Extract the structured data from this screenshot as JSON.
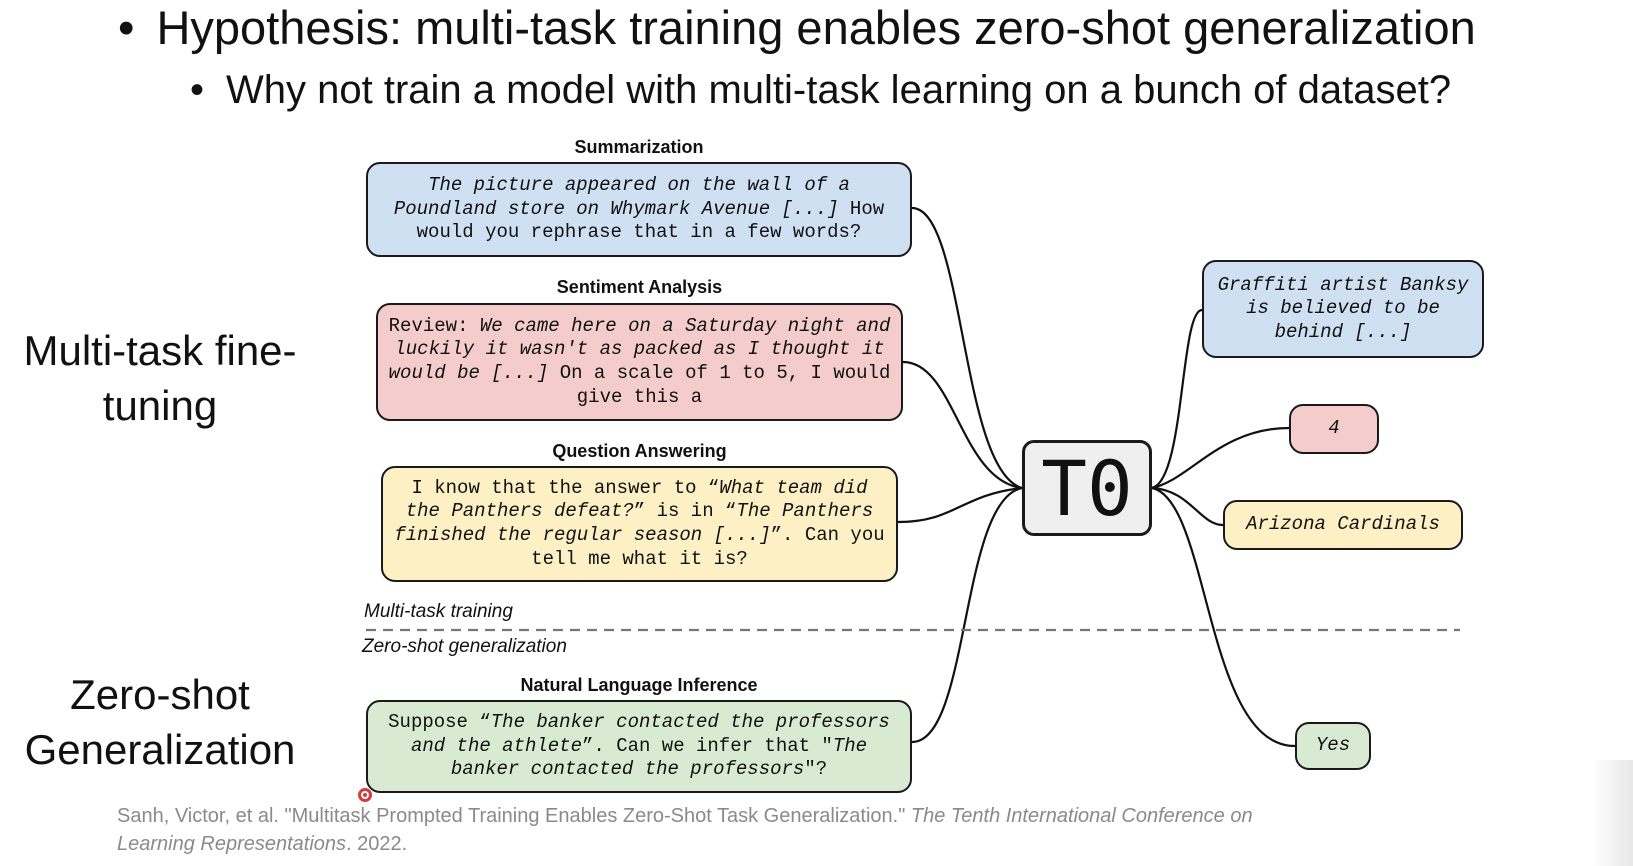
{
  "slide": {
    "bullets": [
      "Hypothesis: multi-task training enables zero-shot generalization",
      "Why not train a model with multi-task learning on a bunch of dataset?"
    ],
    "bullet_glyph": "•",
    "sections": {
      "multi_task": "Multi-task fine-tuning",
      "zero_shot": "Zero-shot Generalization"
    }
  },
  "diagram": {
    "tasks": {
      "summarization": {
        "title": "Summarization",
        "prompt_parts": [
          {
            "text": "The picture appeared on the wall of a Poundland store on Whymark Avenue [...] ",
            "italic": true
          },
          {
            "text": "How would you rephrase that in a few words?",
            "italic": false
          }
        ],
        "output": "Graffiti artist Banksy is believed to be behind [...]",
        "color": "#cfe0f3"
      },
      "sentiment": {
        "title": "Sentiment Analysis",
        "prompt_parts": [
          {
            "text": "Review: ",
            "italic": false
          },
          {
            "text": "We came here on a Saturday night and luckily it wasn't as packed as I thought it would be [...] ",
            "italic": true
          },
          {
            "text": "On a scale of 1 to 5, I would give this a",
            "italic": false
          }
        ],
        "output": "4",
        "color": "#f4cccc"
      },
      "qa": {
        "title": "Question Answering",
        "prompt_parts": [
          {
            "text": "I know that the answer to “",
            "italic": false
          },
          {
            "text": "What team did the Panthers defeat?",
            "italic": true
          },
          {
            "text": "” is in “",
            "italic": false
          },
          {
            "text": "The Panthers finished the regular season [...]",
            "italic": true
          },
          {
            "text": "”. Can you tell me what it is?",
            "italic": false
          }
        ],
        "output": "Arizona Cardinals",
        "color": "#fdf0c4"
      },
      "nli": {
        "title": "Natural Language Inference",
        "prompt_parts": [
          {
            "text": "Suppose “",
            "italic": false
          },
          {
            "text": "The banker contacted the professors and the athlete",
            "italic": true
          },
          {
            "text": "”. Can we infer that \"",
            "italic": false
          },
          {
            "text": "The banker contacted the professors",
            "italic": true
          },
          {
            "text": "\"?",
            "italic": false
          }
        ],
        "output": "Yes",
        "color": "#d9ead3"
      }
    },
    "model_label": "T0",
    "phase_labels": {
      "training": "Multi-task training",
      "zero_shot": "Zero-shot generalization"
    }
  },
  "citation": {
    "plain": "Sanh, Victor, et al. \"Multitask Prompted Training Enables Zero-Shot Task Generalization.\" ",
    "venue": "The Tenth International Conference on Learning Representations",
    "year": ". 2022."
  }
}
